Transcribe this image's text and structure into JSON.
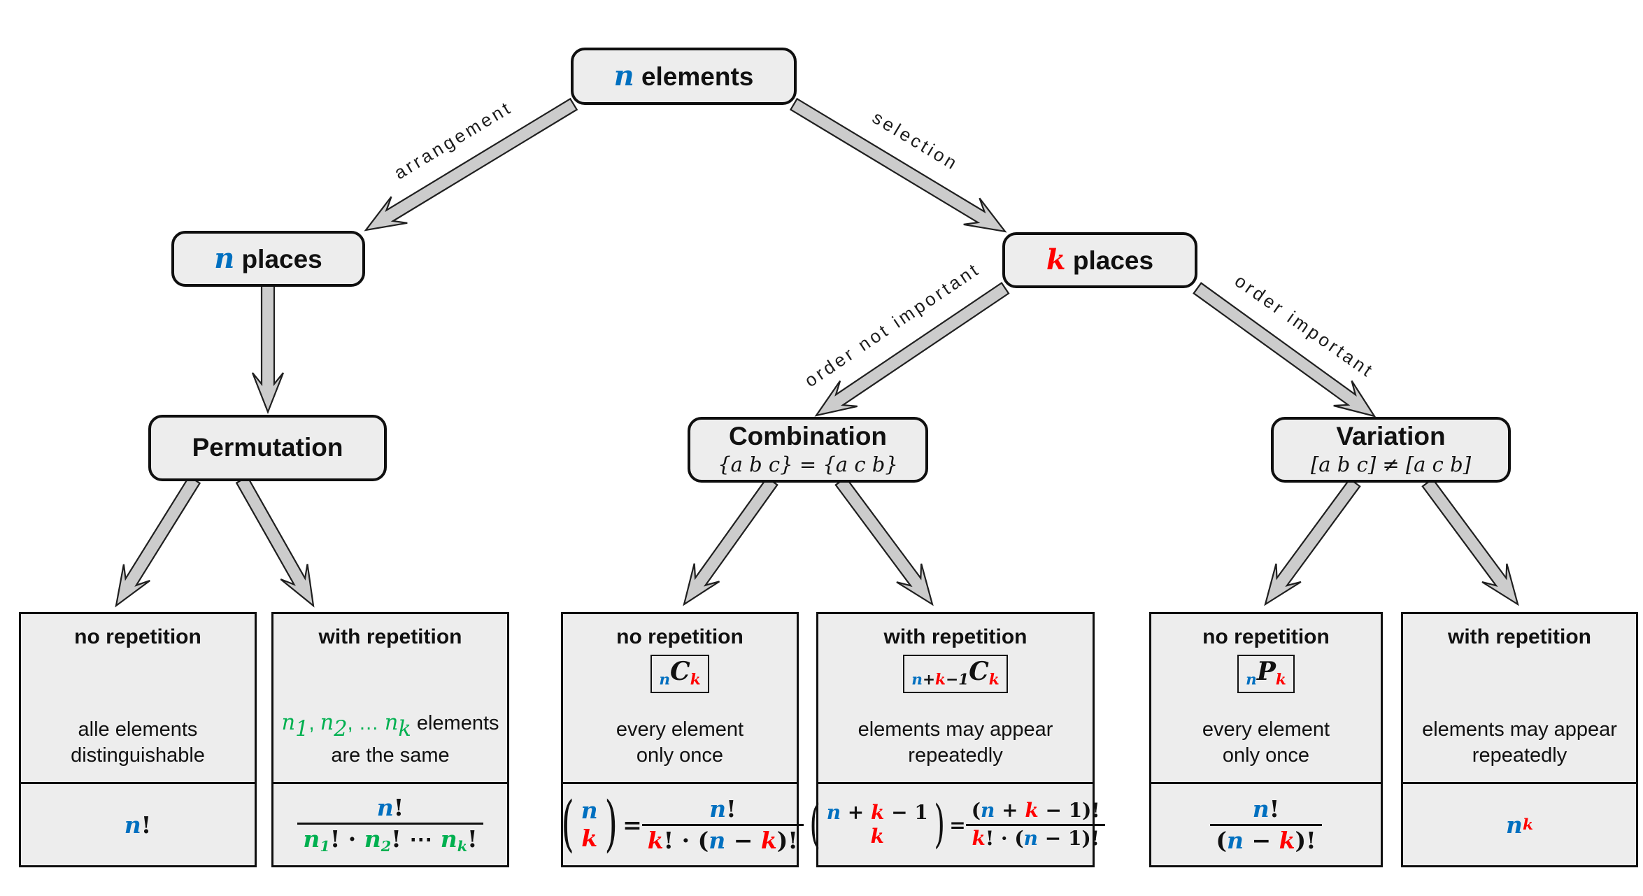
{
  "palette": {
    "b": "#0070C0",
    "r": "#FF0000",
    "g": "#00B050",
    "box_fill": "#ededed",
    "box_border": "#0f0f0f",
    "arrow_fill": "#cccccc",
    "arrow_stroke": "#1f1f1f"
  },
  "nodes": {
    "root": {
      "title": [
        {
          "t": "n",
          "c": "b",
          "m": 1
        },
        {
          "t": " elements"
        }
      ]
    },
    "n_places": {
      "title": [
        {
          "t": "n",
          "c": "b",
          "m": 1
        },
        {
          "t": " places"
        }
      ]
    },
    "k_places": {
      "title": [
        {
          "t": "k",
          "c": "r",
          "m": 1
        },
        {
          "t": " places"
        }
      ]
    },
    "permutation": {
      "title": [
        {
          "t": "Permutation"
        }
      ]
    },
    "combination": {
      "title": [
        {
          "t": "Combination"
        }
      ],
      "subtitle": "{a b c} = {a c b}"
    },
    "variation": {
      "title": [
        {
          "t": "Variation"
        }
      ],
      "subtitle": "[a b c] ≠ [a c b]"
    }
  },
  "edge_labels": {
    "arrangement": "arrangement",
    "selection": "selection",
    "order_not": "order not important",
    "order_imp": "order important"
  },
  "cards": [
    {
      "title": "no repetition",
      "badge": null,
      "desc": [
        [
          {
            "t": "alle elements"
          }
        ],
        [
          {
            "t": "distinguishable"
          }
        ]
      ],
      "formula": [
        {
          "t": "n",
          "c": "b",
          "m": 1
        },
        {
          "t": "!"
        }
      ]
    },
    {
      "title": "with repetition",
      "badge": null,
      "desc": [
        [
          {
            "t": "n",
            "c": "g",
            "m": 1
          },
          {
            "t": "1",
            "c": "g",
            "m": 1,
            "sub": 1
          },
          {
            "t": ", ",
            "c": "g"
          },
          {
            "t": "n",
            "c": "g",
            "m": 1
          },
          {
            "t": "2",
            "c": "g",
            "m": 1,
            "sub": 1
          },
          {
            "t": ", … ",
            "c": "g"
          },
          {
            "t": "n",
            "c": "g",
            "m": 1
          },
          {
            "t": "k",
            "c": "g",
            "m": 1,
            "sub": 1
          },
          {
            "t": " elements"
          }
        ],
        [
          {
            "t": "are the same"
          }
        ]
      ],
      "formula": [
        {
          "frac": {
            "n": [
              {
                "t": "n",
                "c": "b",
                "m": 1
              },
              {
                "t": "!"
              }
            ],
            "d": [
              {
                "t": "n",
                "c": "g",
                "m": 1
              },
              {
                "t": "1",
                "c": "g",
                "m": 1,
                "sub": 1
              },
              {
                "t": "! · "
              },
              {
                "t": "n",
                "c": "g",
                "m": 1
              },
              {
                "t": "2",
                "c": "g",
                "m": 1,
                "sub": 1
              },
              {
                "t": "! ⋯ "
              },
              {
                "t": "n",
                "c": "g",
                "m": 1
              },
              {
                "t": "k",
                "c": "g",
                "m": 1,
                "sub": 1
              },
              {
                "t": "!"
              }
            ]
          }
        }
      ]
    },
    {
      "title": "no repetition",
      "badge": [
        {
          "t": "n",
          "c": "b",
          "m": 1,
          "sub": 1
        },
        {
          "t": "C",
          "m": 1
        },
        {
          "t": "k",
          "c": "r",
          "m": 1,
          "sub": 1
        }
      ],
      "desc": [
        [
          {
            "t": "every element"
          }
        ],
        [
          {
            "t": "only once"
          }
        ]
      ],
      "formula": [
        {
          "binom": {
            "t": [
              {
                "t": "n",
                "c": "b",
                "m": 1
              }
            ],
            "b": [
              {
                "t": "k",
                "c": "r",
                "m": 1
              }
            ]
          }
        },
        {
          "t": " = "
        },
        {
          "frac": {
            "n": [
              {
                "t": "n",
                "c": "b",
                "m": 1
              },
              {
                "t": "!"
              }
            ],
            "d": [
              {
                "t": "k",
                "c": "r",
                "m": 1
              },
              {
                "t": "! · ("
              },
              {
                "t": "n",
                "c": "b",
                "m": 1
              },
              {
                "t": " − "
              },
              {
                "t": "k",
                "c": "r",
                "m": 1
              },
              {
                "t": ")!"
              }
            ]
          }
        }
      ]
    },
    {
      "title": "with repetition",
      "badge": [
        {
          "t": "n",
          "c": "b",
          "m": 1,
          "sub": 1
        },
        {
          "t": "+",
          "sub": 1
        },
        {
          "t": "k",
          "c": "r",
          "m": 1,
          "sub": 1
        },
        {
          "t": "−1",
          "sub": 1
        },
        {
          "t": "C",
          "m": 1
        },
        {
          "t": "k",
          "c": "r",
          "m": 1,
          "sub": 1
        }
      ],
      "desc": [
        [
          {
            "t": "elements may appear"
          }
        ],
        [
          {
            "t": "repeatedly"
          }
        ]
      ],
      "formula": [
        {
          "binom": {
            "t": [
              {
                "t": "n",
                "c": "b",
                "m": 1
              },
              {
                "t": " + "
              },
              {
                "t": "k",
                "c": "r",
                "m": 1
              },
              {
                "t": " − 1"
              }
            ],
            "b": [
              {
                "t": "k",
                "c": "r",
                "m": 1
              }
            ]
          }
        },
        {
          "t": " = "
        },
        {
          "frac": {
            "n": [
              {
                "t": "("
              },
              {
                "t": "n",
                "c": "b",
                "m": 1
              },
              {
                "t": " + "
              },
              {
                "t": "k",
                "c": "r",
                "m": 1
              },
              {
                "t": " − 1)!"
              }
            ],
            "d": [
              {
                "t": "k",
                "c": "r",
                "m": 1
              },
              {
                "t": "! · ("
              },
              {
                "t": "n",
                "c": "b",
                "m": 1
              },
              {
                "t": " − 1)!"
              }
            ]
          }
        }
      ]
    },
    {
      "title": "no repetition",
      "badge": [
        {
          "t": "n",
          "c": "b",
          "m": 1,
          "sub": 1
        },
        {
          "t": "P",
          "m": 1
        },
        {
          "t": "k",
          "c": "r",
          "m": 1,
          "sub": 1
        }
      ],
      "desc": [
        [
          {
            "t": "every element"
          }
        ],
        [
          {
            "t": "only once"
          }
        ]
      ],
      "formula": [
        {
          "frac": {
            "n": [
              {
                "t": "n",
                "c": "b",
                "m": 1
              },
              {
                "t": "!"
              }
            ],
            "d": [
              {
                "t": "("
              },
              {
                "t": "n",
                "c": "b",
                "m": 1
              },
              {
                "t": " − "
              },
              {
                "t": "k",
                "c": "r",
                "m": 1
              },
              {
                "t": ")!"
              }
            ]
          }
        }
      ]
    },
    {
      "title": "with repetition",
      "badge": null,
      "desc": [
        [
          {
            "t": "elements may appear"
          }
        ],
        [
          {
            "t": "repeatedly"
          }
        ]
      ],
      "formula": [
        {
          "t": "n",
          "c": "b",
          "m": 1
        },
        {
          "t": "k",
          "c": "r",
          "m": 1,
          "sup": 1
        }
      ]
    }
  ]
}
